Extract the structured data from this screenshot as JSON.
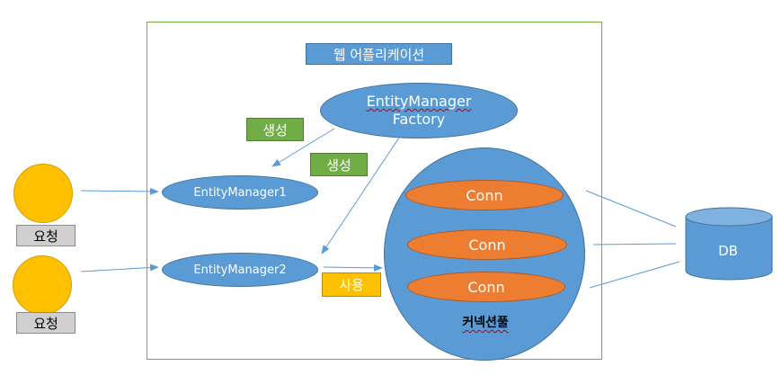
{
  "title": "웹 어플리케이션",
  "factory": {
    "line1": "EntityManager",
    "line2": "Factory"
  },
  "entity_managers": [
    "EntityManager1",
    "EntityManager2"
  ],
  "create_labels": [
    "생성",
    "생성"
  ],
  "use_label": "사용",
  "connections": [
    "Conn",
    "Conn",
    "Conn"
  ],
  "pool_label": "커넥션풀",
  "db_label": "DB",
  "request_labels": [
    "요청",
    "요청"
  ],
  "colors": {
    "blue": "#5b9bd5",
    "orange": "#ed7d31",
    "green": "#70ad47",
    "yellow": "#ffc000",
    "gray": "#d0cece"
  },
  "icons": [
    "smiley-face-icon",
    "database-cylinder-icon",
    "arrow-icon"
  ]
}
